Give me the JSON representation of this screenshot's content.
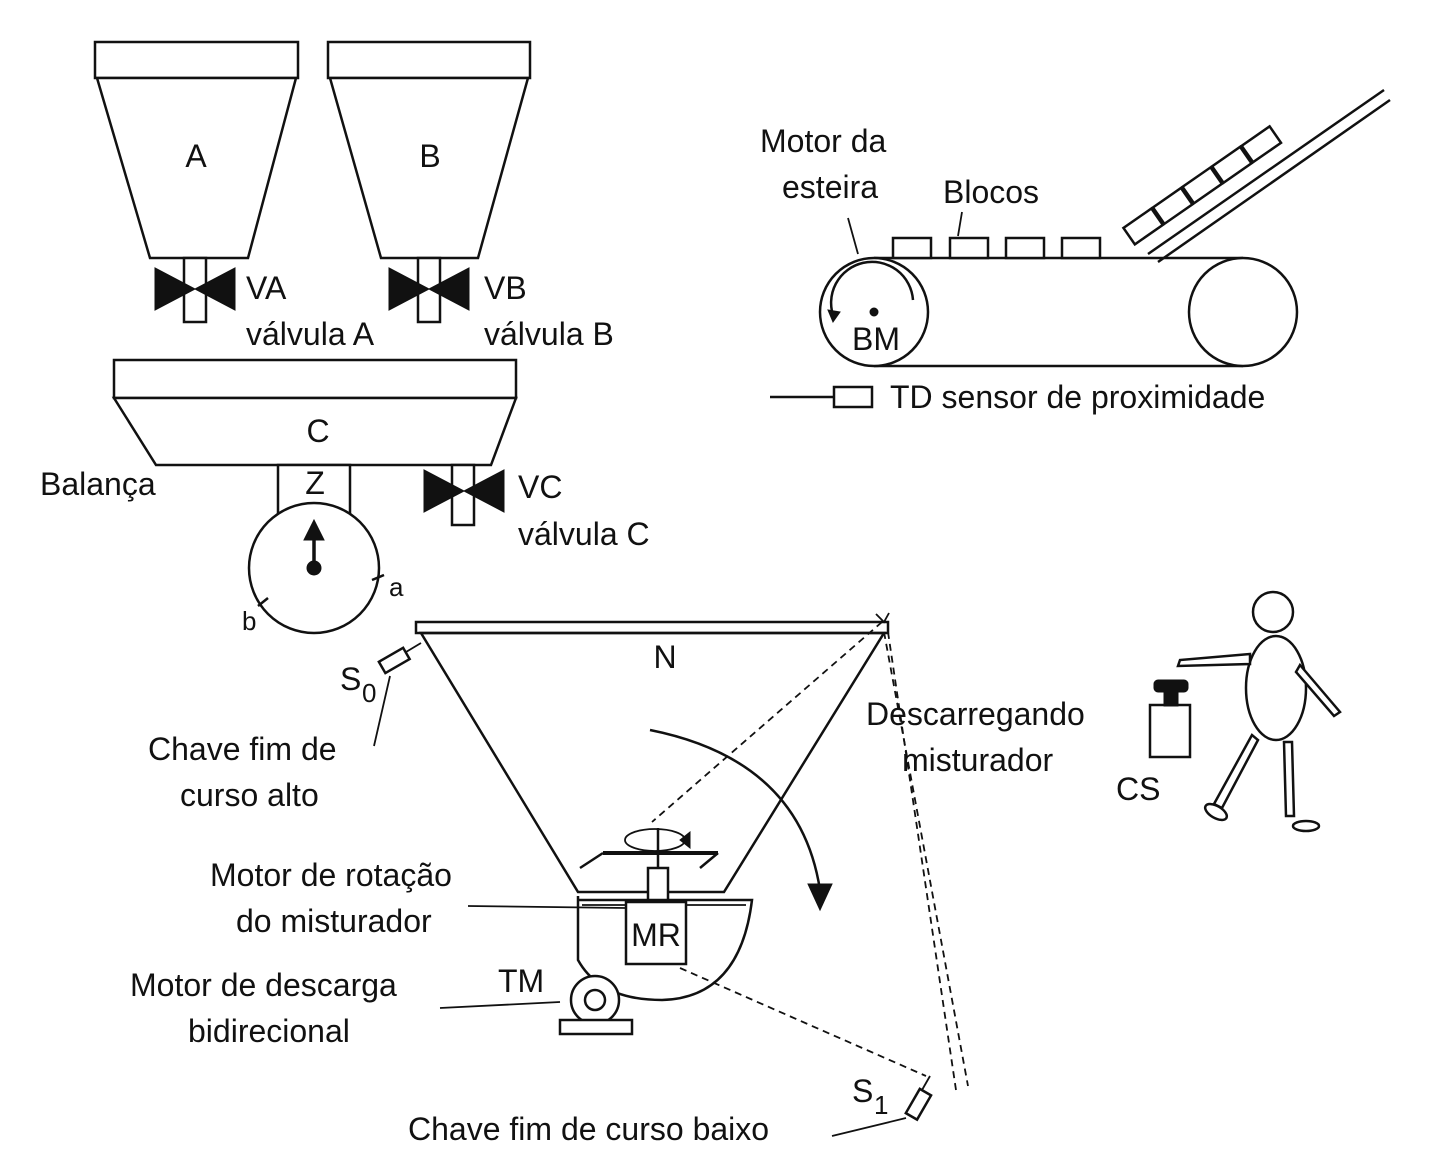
{
  "hoppers": {
    "a_label": "A",
    "b_label": "B",
    "c_label": "C",
    "z_label": "Z"
  },
  "valves": {
    "va_label": "VA",
    "va_desc": "válvula A",
    "vb_label": "VB",
    "vb_desc": "válvula B",
    "vc_label": "VC",
    "vc_desc": "válvula C"
  },
  "scale": {
    "label": "Balança",
    "mark_a": "a",
    "mark_b": "b"
  },
  "conveyor": {
    "motor_line1": "Motor da",
    "motor_line2": "esteira",
    "blocks_label": "Blocos",
    "motor_tag": "BM",
    "sensor_label": "TD sensor de proximidade"
  },
  "mixer": {
    "n_label": "N",
    "s0_label": "S",
    "s0_sub": "0",
    "s1_label": "S",
    "s1_sub": "1",
    "high_switch_line1": "Chave fim de",
    "high_switch_line2": "curso alto",
    "unloading_line1": "Descarregando",
    "unloading_line2": "misturador",
    "rotation_motor_line1": "Motor de rotação",
    "rotation_motor_line2": "do misturador",
    "mr_tag": "MR",
    "tm_tag": "TM",
    "discharge_motor_line1": "Motor de descarga",
    "discharge_motor_line2": "bidirecional",
    "low_switch_label": "Chave fim de curso baixo"
  },
  "operator": {
    "button_label": "CS"
  }
}
